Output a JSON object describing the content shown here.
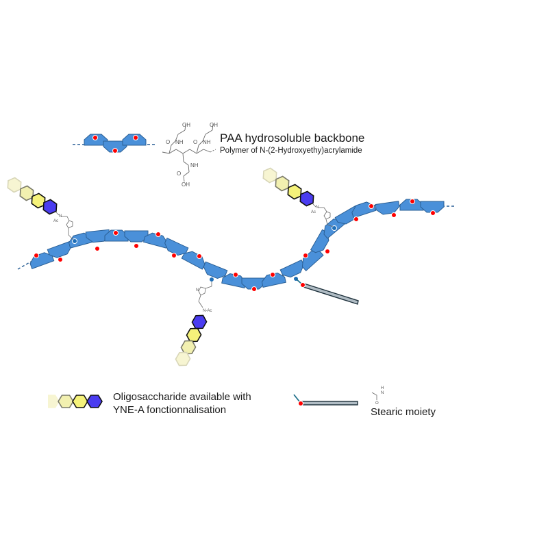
{
  "backbone_legend": {
    "title": "PAA hydrosoluble backbone",
    "subtitle": "Polymer of N-(2-Hydroxyethy)acrylamide",
    "structure_labels": [
      "OH",
      "OH",
      "OH",
      "NH",
      "NH",
      "NH",
      "O",
      "O",
      "O"
    ]
  },
  "oligosaccharide_legend": {
    "line1": "Oligosaccharide available with",
    "line2": "YNE-A fonctionnalisation"
  },
  "stearic_legend": {
    "label": "Stearic moiety",
    "structure_labels": [
      "H",
      "N",
      "O"
    ]
  },
  "linker_labels": {
    "n": "N",
    "ac": "Ac",
    "n_ac": "N-Ac",
    "triazole_n": "N"
  },
  "colors": {
    "monomer_fill": "#4a90d9",
    "monomer_stroke": "#2a5f95",
    "reactive_dot": "#ff0000",
    "anchor_dot": "#1f6fb8",
    "hex_blue": "#4a3cf0",
    "hex_yellow": "#f5f27a",
    "hex_pale": "#f2f0b0",
    "hex_faint": "#f7f5d2",
    "stearic_fill": "#b0bcc4",
    "stearic_stroke": "#1c2f3a"
  }
}
